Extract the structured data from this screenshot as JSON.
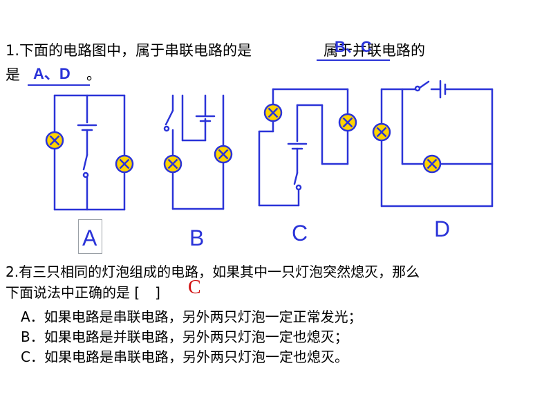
{
  "q1": {
    "line1_prefix": "1.下面的电路图中，属于串联电路的是",
    "series_answer": "B、C",
    "line1_suffix": "属于并联电路的",
    "line2_prefix": "是",
    "parallel_answer": "A、D",
    "line2_suffix": "。"
  },
  "circuits": {
    "labels": [
      "A",
      "B",
      "C",
      "D"
    ]
  },
  "q2": {
    "line1": "2.有三只相同的灯泡组成的电路，如果其中一只灯泡突然熄灭，那么",
    "line2_prefix": "下面说法中正确的是 [",
    "answer": "C",
    "line2_suffix": "]",
    "options": [
      "A．如果电路是串联电路，另外两只灯泡一定正常发光；",
      "B．如果电路是并联电路，另外两只灯泡一定也熄灭；",
      "C．如果电路是串联电路，另外两只灯泡一定也熄灭。"
    ]
  },
  "colors": {
    "wire": "#2a33d8",
    "lamp_fill": "#ffd400",
    "answer": "#2a33d8",
    "choice": "#d01010"
  }
}
